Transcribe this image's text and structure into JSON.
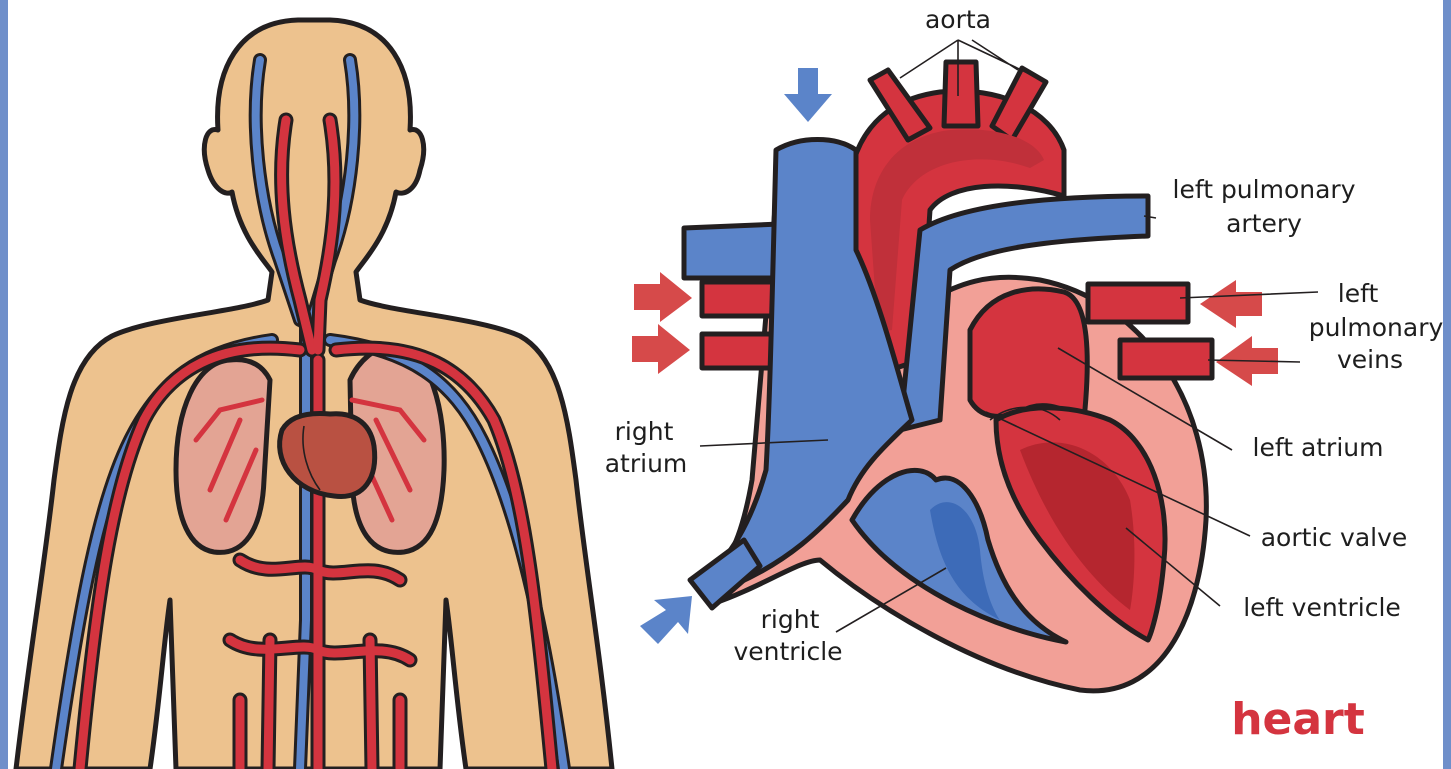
{
  "labels": {
    "aorta": "aorta",
    "left_pulmonary_artery_1": "left pulmonary",
    "left_pulmonary_artery_2": "artery",
    "left_pulmonary_veins_1": "left",
    "left_pulmonary_veins_2": "pulmonary",
    "left_pulmonary_veins_3": "veins",
    "right_atrium_1": "right",
    "right_atrium_2": "atrium",
    "left_atrium": "left atrium",
    "aortic_valve": "aortic valve",
    "right_ventricle_1": "right",
    "right_ventricle_2": "ventricle",
    "left_ventricle": "left ventricle"
  },
  "title": "heart",
  "colors": {
    "frame": "#6f8fca",
    "skin": "#edc28e",
    "artery": "#d4343f",
    "vein": "#5b84c9",
    "heart_wall": "#f2a097",
    "arrow_red": "#d64a4a",
    "arrow_blue": "#5b84c9",
    "title": "#d4343f"
  }
}
